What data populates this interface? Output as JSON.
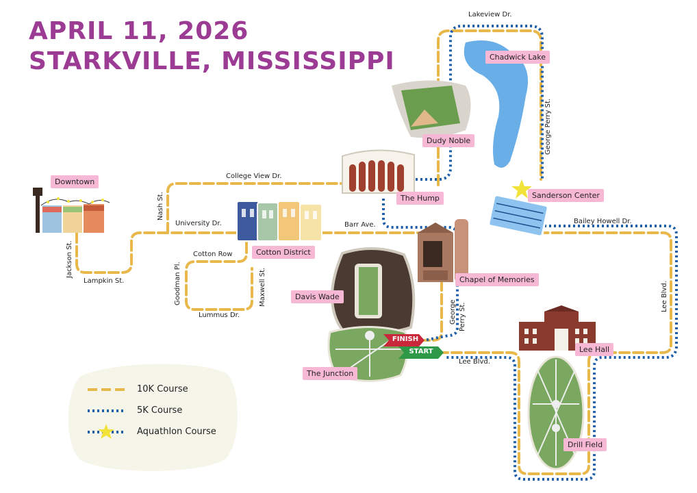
{
  "title": {
    "line1": "APRIL 11, 2026",
    "line2": "STARKVILLE, MISSISSIPPI"
  },
  "landmarks": {
    "downtown": "Downtown",
    "cotton_district": "Cotton District",
    "the_hump": "The Hump",
    "dudy_noble": "Dudy Noble",
    "chadwick_lake": "Chadwick Lake",
    "sanderson_center": "Sanderson Center",
    "chapel_of_memories": "Chapel of Memories",
    "davis_wade": "Davis Wade",
    "the_junction": "The Junction",
    "lee_hall": "Lee Hall",
    "drill_field": "Drill Field"
  },
  "streets": {
    "lakeview": "Lakeview Dr.",
    "george_perry_top": "George Perry St.",
    "college_view": "College View Dr.",
    "nash": "Nash St.",
    "university": "University Dr.",
    "barr": "Barr Ave.",
    "bailey_howell": "Bailey Howell Dr.",
    "jackson": "Jackson St.",
    "lampkin": "Lampkin St.",
    "cotton_row": "Cotton Row",
    "goodman": "Goodman Pl.",
    "maxwell": "Maxwell St.",
    "lummus": "Lummus Dr.",
    "george_line1": "George",
    "george_line2": "Perry St.",
    "lee_blvd_right": "Lee Blvd.",
    "lee_blvd_bottom": "Lee Blvd."
  },
  "banners": {
    "finish": "FINISH",
    "start": "START"
  },
  "legend": [
    {
      "label": "10K Course",
      "style": "dashed",
      "color": "#e8b84a"
    },
    {
      "label": "5K Course",
      "style": "dotted",
      "color": "#1f5ea8"
    },
    {
      "label": "Aquathlon Course",
      "style": "dotted-star",
      "color": "#1f5ea8"
    }
  ],
  "colors": {
    "title": "#9c3b93",
    "tag_bg": "#f7b8d6",
    "course_10k": "#e8b84a",
    "course_5k": "#1f5ea8",
    "lake": "#6aaee8",
    "grass": "#7aa860",
    "finish_banner": "#c9283a",
    "start_banner": "#2e9a48",
    "star": "#f2e33a"
  }
}
